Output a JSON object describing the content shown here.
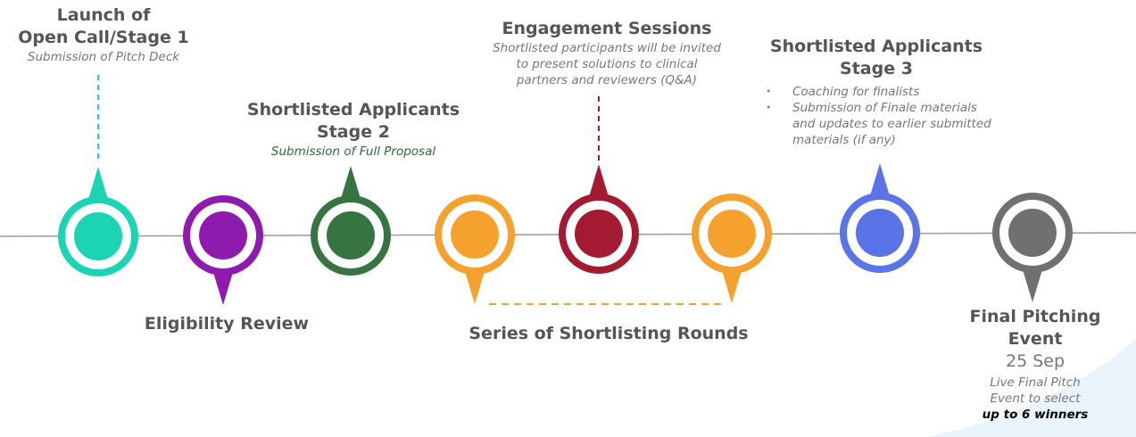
{
  "timeline": {
    "milestones": [
      {
        "id": "launch",
        "color": "#1ad4b4",
        "pin": "up",
        "title": "Launch of\nOpen Call/Stage 1",
        "subtitle": "Submission of Pitch Deck",
        "connector": "dashed"
      },
      {
        "id": "eligibility",
        "color": "#8e1aae",
        "pin": "down",
        "title": "Eligibility Review"
      },
      {
        "id": "stage2",
        "color": "#367542",
        "pin": "up",
        "title": "Shortlisted Applicants\nStage 2",
        "subtitle": "Submission of Full Proposal"
      },
      {
        "id": "round1",
        "color": "#f4a12e",
        "pin": "down"
      },
      {
        "id": "engagement",
        "color": "#a51a33",
        "pin": "up",
        "title": "Engagement Sessions",
        "subtitle": "Shortlisted participants will be invited\nto present solutions to  clinical\npartners and reviewers (Q&A)",
        "connector": "dashed"
      },
      {
        "id": "round2",
        "color": "#f4a12e",
        "pin": "down"
      },
      {
        "id": "stage3",
        "color": "#5a73e6",
        "pin": "up",
        "title": "Shortlisted Applicants\nStage 3",
        "bullets": [
          "Coaching for finalists",
          "Submission of Finale materials\nand updates to earlier submitted\nmaterials (if any)"
        ]
      },
      {
        "id": "final",
        "color": "#707070",
        "pin": "down",
        "title": "Final Pitching\nEvent",
        "date": "25 Sep",
        "subtitle": "Live Final Pitch\nEvent to select",
        "highlight": "up to 6 winners"
      }
    ],
    "group_label": "Series of Shortlisting Rounds",
    "group_color": "#f4a12e",
    "line_color": "#9a9a9a",
    "accent_bg": "#e8f3fb"
  }
}
